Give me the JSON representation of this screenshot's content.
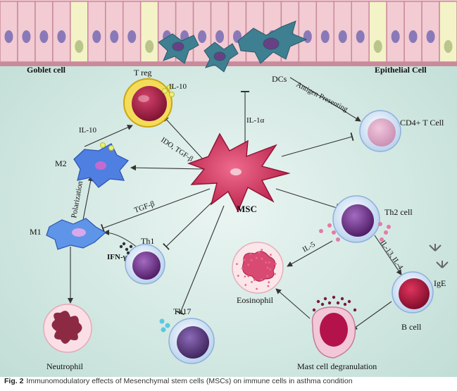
{
  "labels": {
    "goblet_cell": "Goblet cell",
    "epithelial_cell": "Epithelial Cell",
    "dcs": "DCs",
    "treg": "T reg",
    "il10_treg": "IL-10",
    "il10_m2": "IL-10",
    "ido_tgf": "IDO, TGF-β",
    "il1a": "IL-1α",
    "antigen_presenting": "Antigen Presenting",
    "cd4": "CD4+ T Cell",
    "m2": "M2",
    "polarization": "Polarization",
    "tgf_beta": "TGF-β",
    "m1": "M1",
    "msc": "MSC",
    "th1": "Th1",
    "ifn_gamma": "IFN-γ",
    "th2": "Th2 cell",
    "il5": "IL-5",
    "il13_il4": "IL-13, IL-4",
    "ige": "IgE",
    "eosinophil": "Eosinophil",
    "b_cell": "B cell",
    "th17": "Th17",
    "neutrophil": "Neutrophil",
    "mast_cell": "Mast cell degranulation"
  },
  "caption": {
    "fig": "Fig. 2",
    "text": "Immunomodulatory effects of Mesenchymal stem cells (MSCs) on immune cells in asthma condition"
  },
  "colors": {
    "background": "#d8ece6",
    "epithelium": "#f2cbd3",
    "nucleus": "#8a79b8",
    "goblet": "#f4f3c8",
    "msc": "#d63a63",
    "treg_ring": "#f0c81a",
    "macrophage": "#5a8fe0",
    "neutrophil_nucleus": "#8c2a44",
    "b_cell": "#b0143a",
    "th17": "#5a3d80"
  }
}
